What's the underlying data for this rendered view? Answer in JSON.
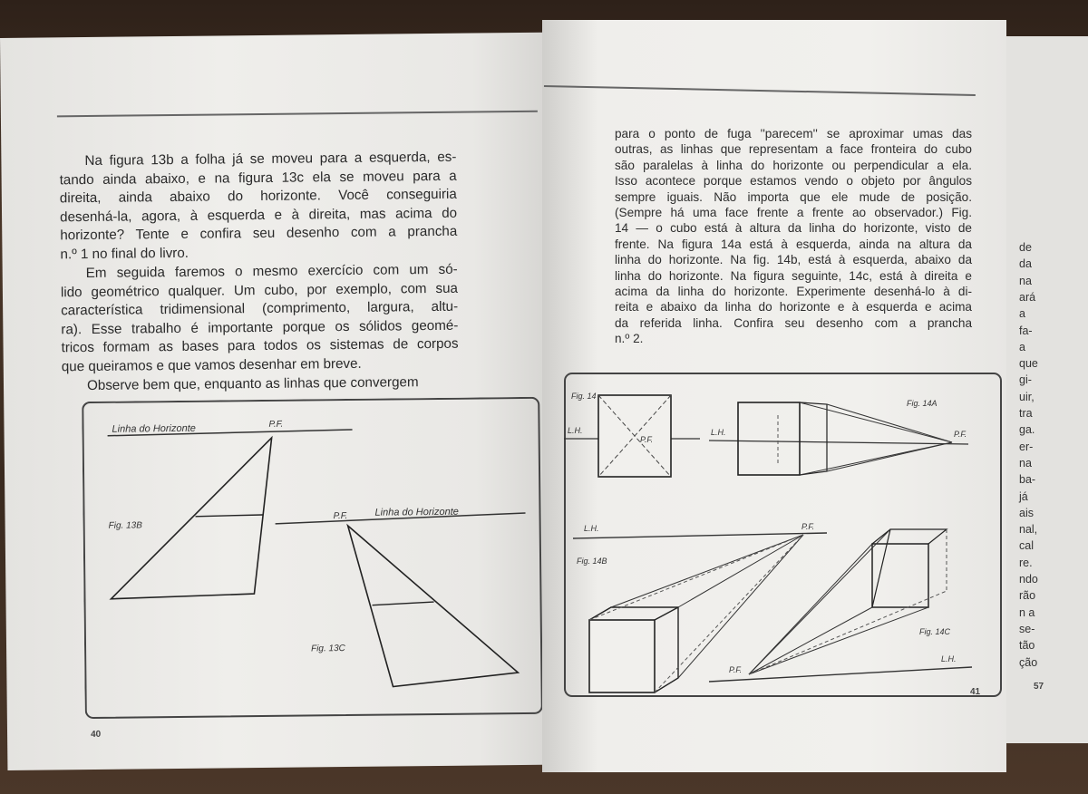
{
  "left_page": {
    "page_number": "40",
    "paragraphs": [
      [
        "Na figura 13b a folha já se moveu para a esquerda, es-",
        "tando ainda abaixo, e na figura 13c ela se moveu para a",
        "direita, ainda abaixo do horizonte. Você conseguiria",
        "desenhá-la, agora, à esquerda e à direita, mas acima do",
        "horizonte? Tente e confira seu desenho com a prancha",
        "n.º 1 no final do livro."
      ],
      [
        "Em seguida faremos o mesmo exercício com um só-",
        "lido geométrico qualquer. Um cubo, por exemplo, com sua",
        "característica tridimensional (comprimento, largura, altu-",
        "ra). Esse trabalho é importante porque os sólidos geomé-",
        "tricos formam as bases para todos os sistemas de corpos",
        "que queiramos e que vamos desenhar em breve."
      ],
      [
        "Observe bem que, enquanto as linhas que convergem"
      ]
    ],
    "figure": {
      "horizon_label_1": "Linha do Horizonte",
      "horizon_label_2": "Linha do Horizonte",
      "pf_1": "P.F.",
      "pf_2": "P.F.",
      "fig_13b": "Fig. 13B",
      "fig_13c": "Fig. 13C"
    }
  },
  "right_page": {
    "page_number": "41",
    "lines": [
      "para o ponto de fuga ''parecem'' se aproximar umas das",
      "outras, as linhas que representam a face fronteira do cubo",
      "são paralelas à linha do horizonte ou perpendicular a ela.",
      "Isso acontece porque estamos vendo o objeto por ângulos",
      "sempre iguais. Não importa que ele mude de posição.",
      "(Sempre há uma face frente a frente ao observador.) Fig.",
      "14 — o cubo está à altura da linha do horizonte, visto de",
      "frente. Na figura 14a está à esquerda, ainda na altura da",
      "linha do horizonte. Na fig. 14b, está à esquerda, abaixo da",
      "linha do horizonte. Na figura seguinte, 14c, está à direita e",
      "acima da linha do horizonte. Experimente desenhá-lo à di-",
      "reita e abaixo da linha do horizonte e à esquerda e acima",
      "da referida linha. Confira seu desenho com a prancha",
      "n.º 2."
    ],
    "figure": {
      "fig_14": "Fig. 14",
      "fig_14a": "Fig. 14A",
      "fig_14b": "Fig. 14B",
      "fig_14c": "Fig. 14C",
      "lh_1": "L.H.",
      "lh_2": "L.H.",
      "lh_3": "L.H.",
      "lh_4": "L.H.",
      "pf_14": "P.F.",
      "pf_14a": "P.F.",
      "pf_14b": "P.F.",
      "pf_14c": "P.F."
    }
  },
  "third_page": {
    "page_number": "57",
    "fragments": [
      "de",
      "da",
      "na",
      "ará",
      "a",
      "fa-",
      "a",
      "que",
      "gi-",
      "uir,",
      "tra",
      "ga.",
      "er-",
      "na",
      "ba-",
      "já",
      "ais",
      "nal,",
      "cal",
      "re.",
      "ndo",
      "rão",
      "n a",
      "se-",
      "tão",
      "ção"
    ]
  }
}
